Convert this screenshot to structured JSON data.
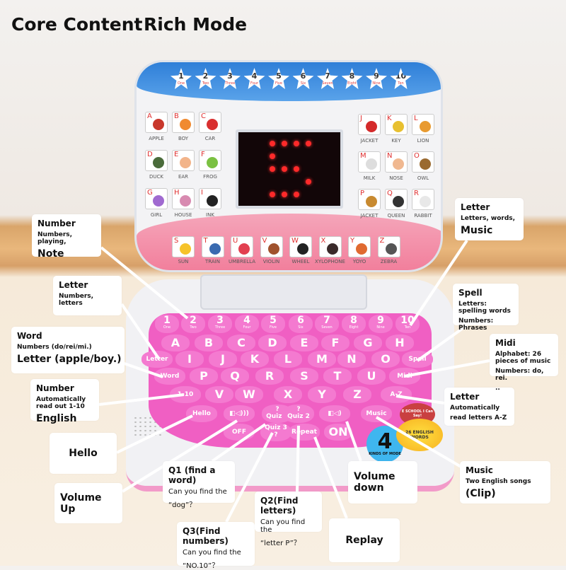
{
  "header": {
    "left": "Core Content",
    "right": "Rich Mode"
  },
  "lid": {
    "stars": [
      [
        "1",
        "One"
      ],
      [
        "2",
        "Two"
      ],
      [
        "3",
        "Three"
      ],
      [
        "4",
        "Four"
      ],
      [
        "5",
        "Five"
      ],
      [
        "6",
        "Six"
      ],
      [
        "7",
        "Seven"
      ],
      [
        "8",
        "Eight"
      ],
      [
        "9",
        "Nine"
      ],
      [
        "10",
        "Ten"
      ]
    ],
    "left_tiles": [
      [
        "A",
        "APPLE",
        "#c8372b"
      ],
      [
        "B",
        "BOY",
        "#f08a30"
      ],
      [
        "C",
        "CAR",
        "#d93030"
      ],
      [
        "D",
        "DUCK",
        "#4a6b3a"
      ],
      [
        "E",
        "EAR",
        "#f2b48a"
      ],
      [
        "F",
        "FROG",
        "#7bc142"
      ],
      [
        "G",
        "GIRL",
        "#a06ad0"
      ],
      [
        "H",
        "HOUSE",
        "#d88ab0"
      ],
      [
        "I",
        "INK",
        "#222222"
      ]
    ],
    "right_tiles": [
      [
        "J",
        "JACKET",
        "#d42a2a"
      ],
      [
        "K",
        "KEY",
        "#e8c030"
      ],
      [
        "L",
        "LION",
        "#e89a30"
      ],
      [
        "M",
        "MILK",
        "#dddddd"
      ],
      [
        "N",
        "NOSE",
        "#f0b890"
      ],
      [
        "O",
        "OWL",
        "#9a6a30"
      ],
      [
        "P",
        "JACKET",
        "#c88a30"
      ],
      [
        "Q",
        "QUEEN",
        "#333333"
      ],
      [
        "R",
        "RABBIT",
        "#e8e8e8"
      ]
    ],
    "bottom_tiles": [
      [
        "S",
        "SUN",
        "#f6c32a"
      ],
      [
        "T",
        "TRAIN",
        "#3a6ab0"
      ],
      [
        "U",
        "UMBRELLA",
        "#e24050"
      ],
      [
        "V",
        "VIOLIN",
        "#a0522d"
      ],
      [
        "W",
        "WHEEL",
        "#222222"
      ],
      [
        "X",
        "XYLOPHONE",
        "#3a2a2a"
      ],
      [
        "Y",
        "YOYO",
        "#e06a30"
      ],
      [
        "Z",
        "ZEBRA",
        "#555555"
      ]
    ],
    "display_digit": "5"
  },
  "keyboard": {
    "numbers": [
      [
        "1",
        "One"
      ],
      [
        "2",
        "Two"
      ],
      [
        "3",
        "Three"
      ],
      [
        "4",
        "Four"
      ],
      [
        "5",
        "Five"
      ],
      [
        "6",
        "Six"
      ],
      [
        "7",
        "Seven"
      ],
      [
        "8",
        "Eight"
      ],
      [
        "9",
        "Nine"
      ],
      [
        "10",
        "Ten"
      ]
    ],
    "row1": [
      "A",
      "B",
      "C",
      "D",
      "E",
      "F",
      "G",
      "H"
    ],
    "row2": [
      "Letter",
      "I",
      "J",
      "K",
      "L",
      "M",
      "N",
      "O",
      "Spell"
    ],
    "row3": [
      "Word",
      "P",
      "Q",
      "R",
      "S",
      "T",
      "U",
      "Midi"
    ],
    "row4": [
      "1-10",
      "V",
      "W",
      "X",
      "Y",
      "Z",
      "A-Z"
    ],
    "row5": [
      "Hello",
      "◧◁)))",
      "?\nQuiz 1",
      "?\nQuiz 2",
      "◧◁)",
      "Music"
    ],
    "row6": [
      "OFF",
      "Quiz 3\n?",
      "Repeat",
      "ON"
    ]
  },
  "stickers": {
    "mode_number": "4",
    "mode_text": "KINDS OF MODE",
    "school": "E SCHOOL I Can Say!",
    "words": "26 ENGLISH WORDS"
  },
  "colors": {
    "keyboard": "#f05fc3",
    "lid_top": "#2f7fd8",
    "lid_bottom": "#f27f9c",
    "led": "#ff2a2a"
  },
  "callouts": [
    {
      "id": "number",
      "title": "Number",
      "lines": [
        "Numbers, playing,",
        "Note"
      ]
    },
    {
      "id": "letter",
      "title": "Letter",
      "lines": [
        "Numbers, letters"
      ]
    },
    {
      "id": "word",
      "title": "Word",
      "lines": [
        "Numbers (do/rei/mi.)",
        "Letter (apple/boy.)"
      ]
    },
    {
      "id": "number-1-10",
      "title": "Number",
      "lines": [
        "Automatically read out 1-10",
        "English"
      ]
    },
    {
      "id": "hello",
      "title": "Hello",
      "lines": []
    },
    {
      "id": "volume-up",
      "title": "Volume Up",
      "lines": []
    },
    {
      "id": "q1",
      "title": "Q1 (find a word)",
      "lines": [
        "Can you find the",
        "“dog”？"
      ]
    },
    {
      "id": "q3",
      "title": "Q3(Find numbers)",
      "lines": [
        "Can you find the",
        "“NO.10”？"
      ]
    },
    {
      "id": "q2",
      "title": "Q2(Find letters)",
      "lines": [
        "Can you find the",
        "“letter P”？"
      ]
    },
    {
      "id": "replay",
      "title": "Replay",
      "lines": []
    },
    {
      "id": "volume-down",
      "title": "Volume down",
      "lines": []
    },
    {
      "id": "music",
      "title": "Music",
      "lines": [
        "Two English songs",
        "(Clip)"
      ]
    },
    {
      "id": "letter-a-z",
      "title": "Letter",
      "lines": [
        "Automatically",
        "read letters A-Z"
      ]
    },
    {
      "id": "midi",
      "title": "Midi",
      "lines": [
        "Alphabet: 26 pieces of music",
        "Numbers: do, rei.",
        ".."
      ]
    },
    {
      "id": "spell",
      "title": "Spell",
      "lines": [
        "Letters: spelling words",
        "Numbers: Phrases"
      ]
    },
    {
      "id": "letter-top",
      "title": "Letter",
      "lines": [
        "Letters, words,",
        "Music"
      ]
    }
  ]
}
